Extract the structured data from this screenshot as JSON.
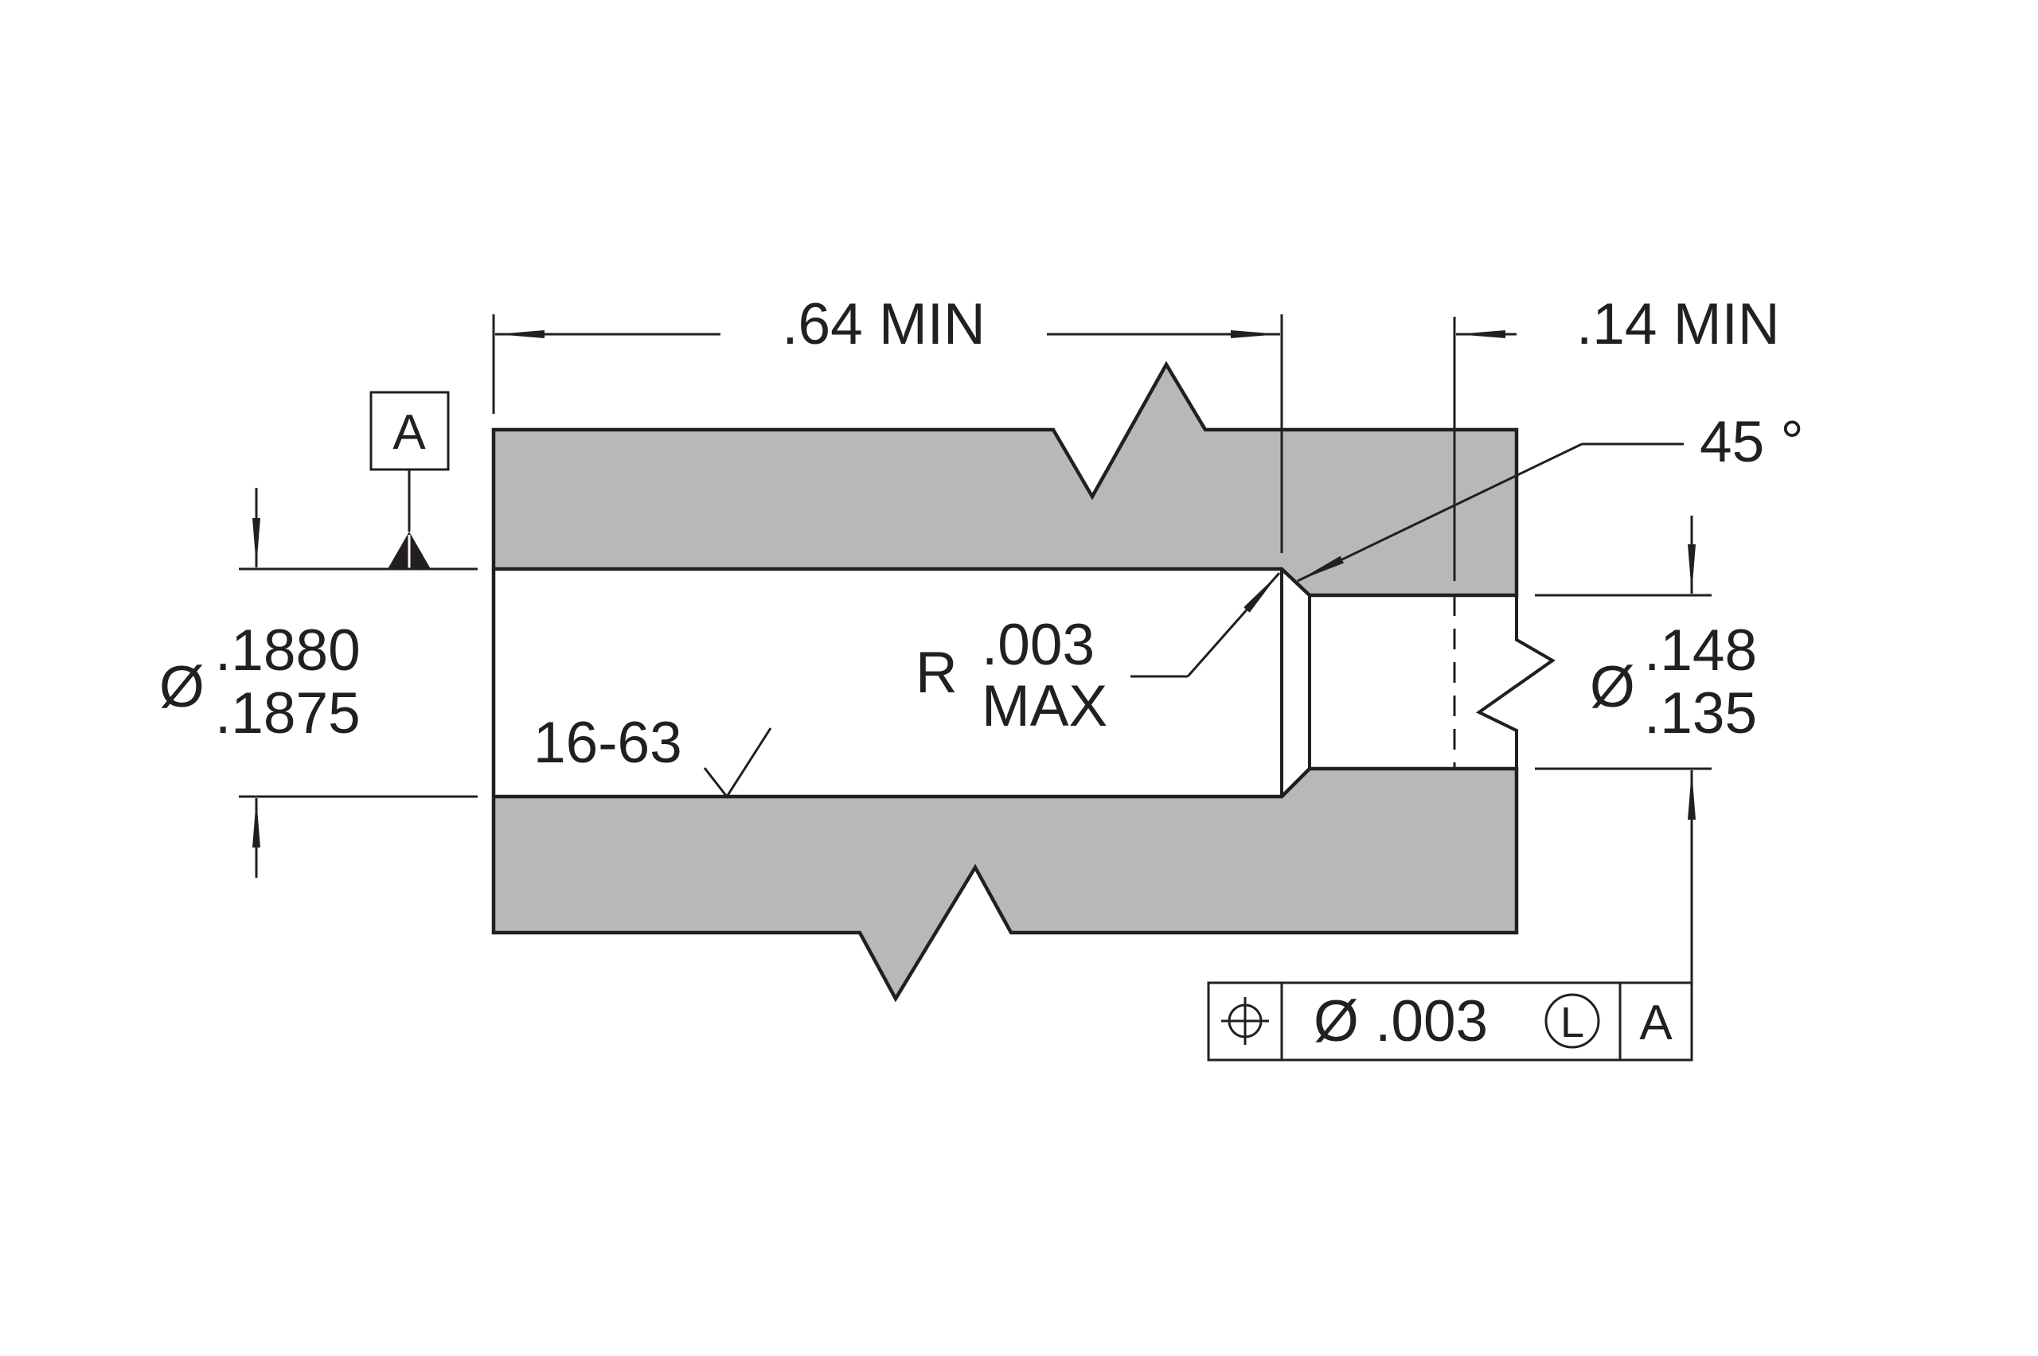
{
  "colors": {
    "material": "#b6b8ba",
    "ink": "#231f20",
    "background": "#ffffff"
  },
  "datum": {
    "letter": "A"
  },
  "dimensions": {
    "length_label": ".64 MIN",
    "counterbore_label": ".14 MIN",
    "angle_label": "45 °",
    "radius_prefix": "R",
    "radius_value": ".003",
    "radius_suffix": "MAX",
    "bore_diameter_symbol": "Ø",
    "bore_diameter_upper": ".1880",
    "bore_diameter_lower": ".1875",
    "small_diameter_symbol": "Ø",
    "small_diameter_upper": ".148",
    "small_diameter_lower": ".135"
  },
  "surface_finish": {
    "label": "16-63"
  },
  "feature_control_frame": {
    "symbol_icon": "position-icon",
    "tolerance": "Ø .003",
    "modifier": "L",
    "datum": "A"
  }
}
